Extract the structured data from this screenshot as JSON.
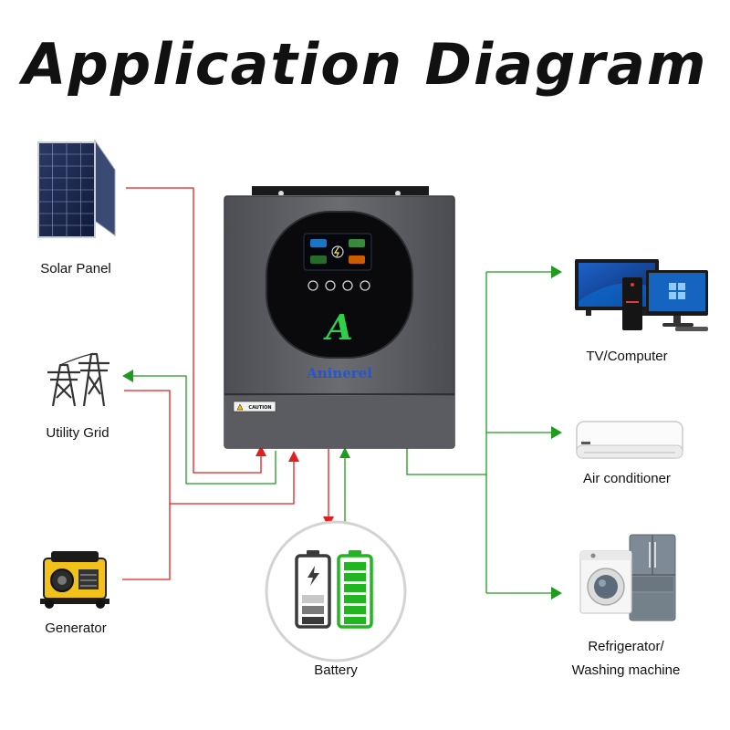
{
  "title": "Application Diagram",
  "brand": "Aninerel",
  "caution": "CAUTION",
  "nodes": {
    "solar_panel": "Solar Panel",
    "utility_grid": "Utility Grid",
    "generator": "Generator",
    "battery": "Battery",
    "tv_computer": "TV/Computer",
    "air_conditioner": "Air conditioner",
    "refrigerator_line1": "Refrigerator/",
    "refrigerator_line2": "Washing machine"
  },
  "colors": {
    "input_line": "#e02020",
    "output_line": "#1f9a1f",
    "inverter_body": "#5c5e63",
    "battery_empty": "#3a3a3a",
    "battery_full": "#22b522"
  }
}
